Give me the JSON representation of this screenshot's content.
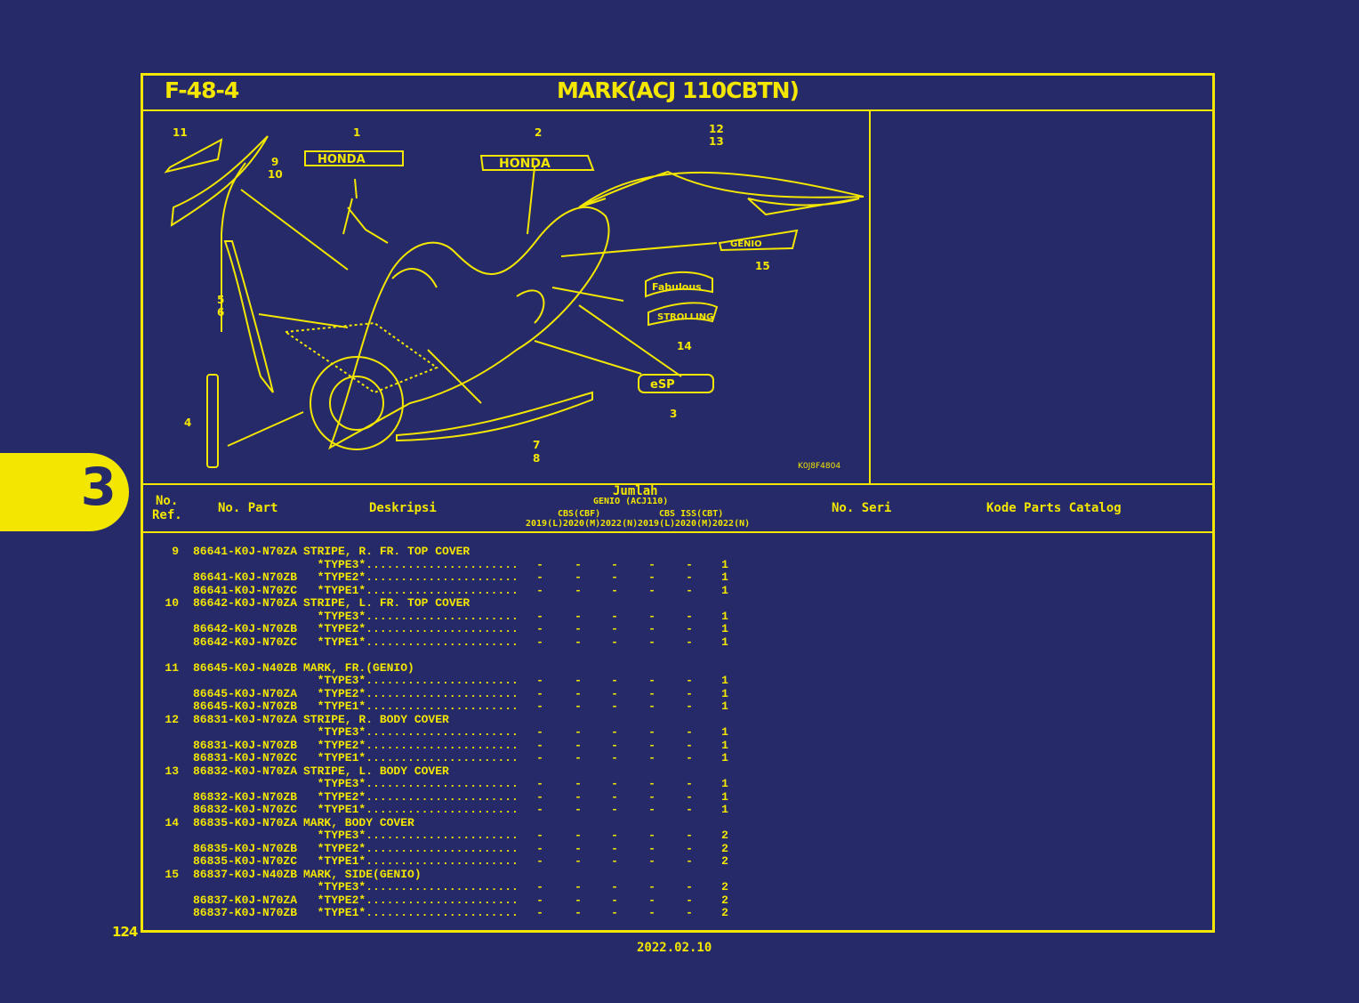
{
  "figure": {
    "code": "F-48-4",
    "title": "MARK(ACJ 110CBTN)",
    "image_code": "K0J8F4804"
  },
  "callouts": [
    "1",
    "2",
    "3",
    "4",
    "5",
    "6",
    "7",
    "8",
    "9",
    "10",
    "11",
    "12",
    "13",
    "14",
    "15"
  ],
  "logos": {
    "honda": "HONDA",
    "genio": "GENIO",
    "fabulous": "Fabulous",
    "strolling": "STROLLING",
    "esp": "eSP"
  },
  "table_header": {
    "ref": "No.",
    "ref2": "Ref.",
    "part": "No. Part",
    "desc": "Deskripsi",
    "qty": "Jumlah",
    "model": "GENIO (ACJ110)",
    "group1": "CBS(CBF)",
    "group2": "CBS ISS(CBT)",
    "years": [
      "2019(L)",
      "2020(M)",
      "2022(N)",
      "2019(L)",
      "2020(M)",
      "2022(N)"
    ],
    "serial": "No. Seri",
    "catalog": "Kode Parts Catalog"
  },
  "rows": [
    {
      "ref": "9",
      "part": "86641-K0J-N70ZA",
      "desc": "STRIPE, R. FR. TOP COVER",
      "q": []
    },
    {
      "ref": "",
      "part": "",
      "desc": "  *TYPE3*......................",
      "q": [
        "-",
        "-",
        "-",
        "-",
        "-",
        "1"
      ]
    },
    {
      "ref": "",
      "part": "86641-K0J-N70ZB",
      "desc": "  *TYPE2*......................",
      "q": [
        "-",
        "-",
        "-",
        "-",
        "-",
        "1"
      ]
    },
    {
      "ref": "",
      "part": "86641-K0J-N70ZC",
      "desc": "  *TYPE1*......................",
      "q": [
        "-",
        "-",
        "-",
        "-",
        "-",
        "1"
      ]
    },
    {
      "ref": "10",
      "part": "86642-K0J-N70ZA",
      "desc": "STRIPE, L. FR. TOP COVER",
      "q": []
    },
    {
      "ref": "",
      "part": "",
      "desc": "  *TYPE3*......................",
      "q": [
        "-",
        "-",
        "-",
        "-",
        "-",
        "1"
      ]
    },
    {
      "ref": "",
      "part": "86642-K0J-N70ZB",
      "desc": "  *TYPE2*......................",
      "q": [
        "-",
        "-",
        "-",
        "-",
        "-",
        "1"
      ]
    },
    {
      "ref": "",
      "part": "86642-K0J-N70ZC",
      "desc": "  *TYPE1*......................",
      "q": [
        "-",
        "-",
        "-",
        "-",
        "-",
        "1"
      ]
    },
    {
      "gap": true
    },
    {
      "ref": "11",
      "part": "86645-K0J-N40ZB",
      "desc": "MARK, FR.(GENIO)",
      "q": []
    },
    {
      "ref": "",
      "part": "",
      "desc": "  *TYPE3*......................",
      "q": [
        "-",
        "-",
        "-",
        "-",
        "-",
        "1"
      ]
    },
    {
      "ref": "",
      "part": "86645-K0J-N70ZA",
      "desc": "  *TYPE2*......................",
      "q": [
        "-",
        "-",
        "-",
        "-",
        "-",
        "1"
      ]
    },
    {
      "ref": "",
      "part": "86645-K0J-N70ZB",
      "desc": "  *TYPE1*......................",
      "q": [
        "-",
        "-",
        "-",
        "-",
        "-",
        "1"
      ]
    },
    {
      "ref": "12",
      "part": "86831-K0J-N70ZA",
      "desc": "STRIPE, R. BODY COVER",
      "q": []
    },
    {
      "ref": "",
      "part": "",
      "desc": "  *TYPE3*......................",
      "q": [
        "-",
        "-",
        "-",
        "-",
        "-",
        "1"
      ]
    },
    {
      "ref": "",
      "part": "86831-K0J-N70ZB",
      "desc": "  *TYPE2*......................",
      "q": [
        "-",
        "-",
        "-",
        "-",
        "-",
        "1"
      ]
    },
    {
      "ref": "",
      "part": "86831-K0J-N70ZC",
      "desc": "  *TYPE1*......................",
      "q": [
        "-",
        "-",
        "-",
        "-",
        "-",
        "1"
      ]
    },
    {
      "ref": "13",
      "part": "86832-K0J-N70ZA",
      "desc": "STRIPE, L. BODY COVER",
      "q": []
    },
    {
      "ref": "",
      "part": "",
      "desc": "  *TYPE3*......................",
      "q": [
        "-",
        "-",
        "-",
        "-",
        "-",
        "1"
      ]
    },
    {
      "ref": "",
      "part": "86832-K0J-N70ZB",
      "desc": "  *TYPE2*......................",
      "q": [
        "-",
        "-",
        "-",
        "-",
        "-",
        "1"
      ]
    },
    {
      "ref": "",
      "part": "86832-K0J-N70ZC",
      "desc": "  *TYPE1*......................",
      "q": [
        "-",
        "-",
        "-",
        "-",
        "-",
        "1"
      ]
    },
    {
      "ref": "14",
      "part": "86835-K0J-N70ZA",
      "desc": "MARK, BODY COVER",
      "q": []
    },
    {
      "ref": "",
      "part": "",
      "desc": "  *TYPE3*......................",
      "q": [
        "-",
        "-",
        "-",
        "-",
        "-",
        "2"
      ]
    },
    {
      "ref": "",
      "part": "86835-K0J-N70ZB",
      "desc": "  *TYPE2*......................",
      "q": [
        "-",
        "-",
        "-",
        "-",
        "-",
        "2"
      ]
    },
    {
      "ref": "",
      "part": "86835-K0J-N70ZC",
      "desc": "  *TYPE1*......................",
      "q": [
        "-",
        "-",
        "-",
        "-",
        "-",
        "2"
      ]
    },
    {
      "ref": "15",
      "part": "86837-K0J-N40ZB",
      "desc": "MARK, SIDE(GENIO)",
      "q": []
    },
    {
      "ref": "",
      "part": "",
      "desc": "  *TYPE3*......................",
      "q": [
        "-",
        "-",
        "-",
        "-",
        "-",
        "2"
      ]
    },
    {
      "ref": "",
      "part": "86837-K0J-N70ZA",
      "desc": "  *TYPE2*......................",
      "q": [
        "-",
        "-",
        "-",
        "-",
        "-",
        "2"
      ]
    },
    {
      "ref": "",
      "part": "86837-K0J-N70ZB",
      "desc": "  *TYPE1*......................",
      "q": [
        "-",
        "-",
        "-",
        "-",
        "-",
        "2"
      ]
    }
  ],
  "section_tab": "3",
  "page_number": "124",
  "date": "2022.02.10",
  "colors": {
    "background": "#262a69",
    "ink": "#f3e600"
  }
}
